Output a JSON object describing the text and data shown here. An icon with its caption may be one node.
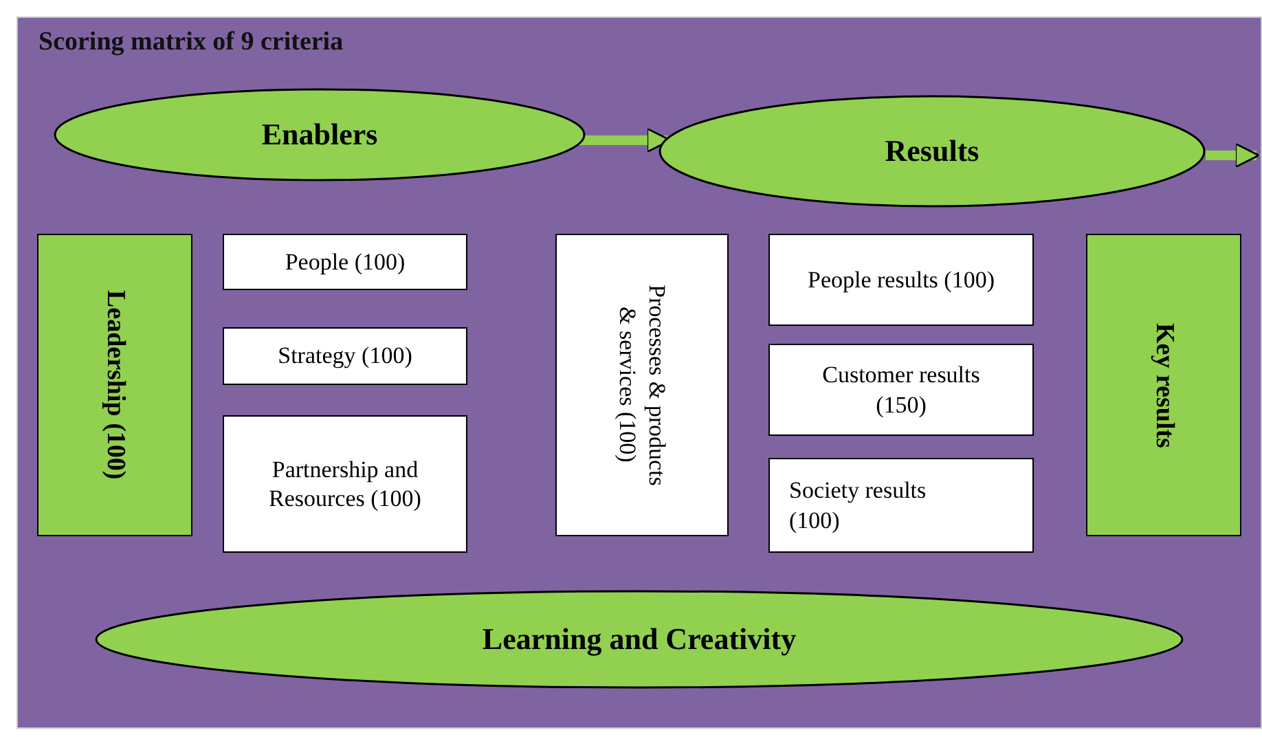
{
  "diagram": {
    "title": "Scoring matrix of 9 criteria",
    "nodes": [
      {
        "text": [
          "Enablers"
        ]
      },
      {
        "text": [
          "Results"
        ]
      },
      {
        "text": [
          "Leadership (100)"
        ]
      },
      {
        "text": [
          "People (100)"
        ]
      },
      {
        "text": [
          "Strategy (100)"
        ]
      },
      {
        "text": [
          "Partnership and Resources (100)"
        ]
      },
      {
        "text": [
          "Processes & products & services (100)"
        ]
      },
      {
        "text": [
          "People results (100)"
        ]
      },
      {
        "text": [
          "Customer results (150)"
        ]
      },
      {
        "text": [
          "Society results (100)"
        ]
      },
      {
        "text": [
          "Key results"
        ]
      },
      {
        "text": [
          "Learning and Creativity"
        ]
      }
    ],
    "edges": [
      {
        "from": 0,
        "to": 1,
        "arrow": "to"
      },
      {
        "from": 1,
        "to": null,
        "arrow": "to"
      }
    ]
  }
}
